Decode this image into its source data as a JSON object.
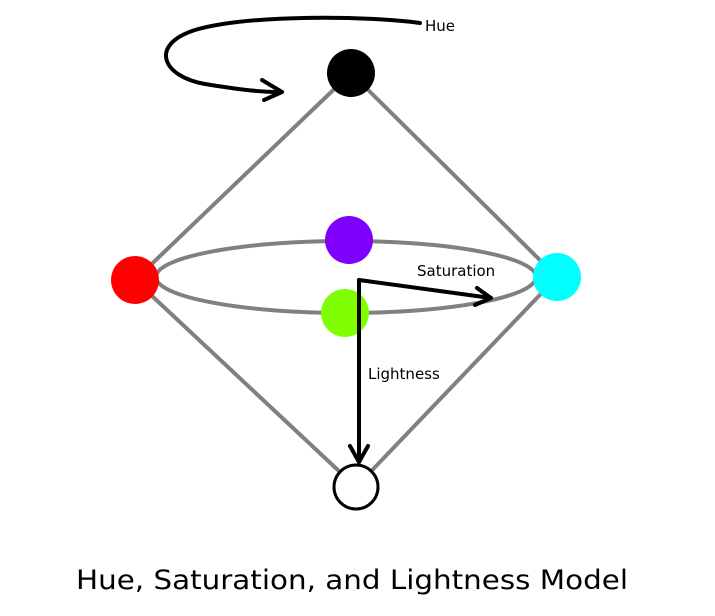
{
  "labels": {
    "hue": "Hue",
    "saturation": "Saturation",
    "lightness": "Lightness"
  },
  "title": "Hue, Saturation, and Lightness Model",
  "colors": {
    "top": "#000000",
    "left": "#ff0000",
    "right": "#00ffff",
    "back": "#8000ff",
    "front": "#80ff00",
    "bottom": "#ffffff",
    "edges": "#808080",
    "arrows": "#000000"
  }
}
